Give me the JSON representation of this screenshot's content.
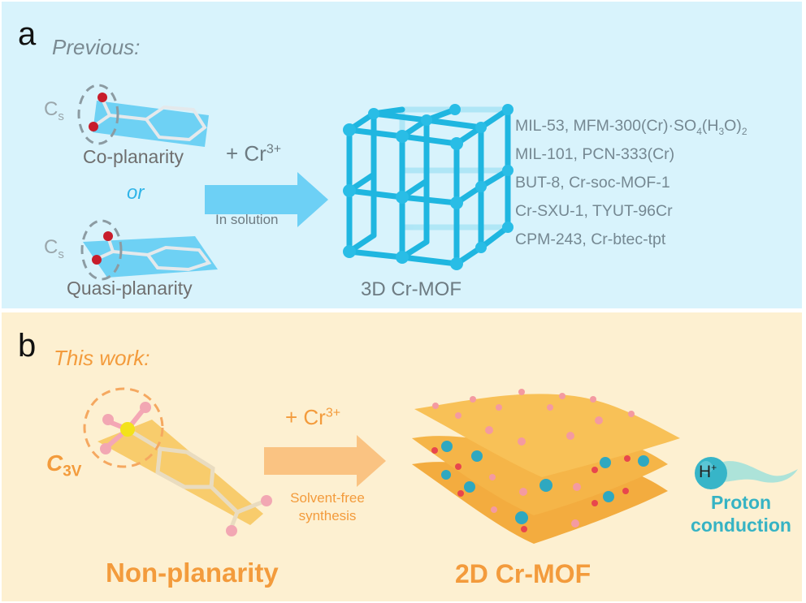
{
  "panel_a": {
    "letter": "a",
    "heading": "Previous:",
    "ligand_top": {
      "symmetry_main": "C",
      "symmetry_sub": "s",
      "label": "Co-planarity"
    },
    "connector": "or",
    "ligand_bottom": {
      "symmetry_main": "C",
      "symmetry_sub": "s",
      "label": "Quasi-planarity"
    },
    "reagent": {
      "main": "+ Cr",
      "sup": "3+"
    },
    "condition": "In solution",
    "product_label": "3D Cr-MOF",
    "examples": [
      {
        "parts": [
          {
            "t": "MIL-53, MFM-300(Cr)·SO"
          },
          {
            "t": "4",
            "sub": true
          },
          {
            "t": "(H"
          },
          {
            "t": "3",
            "sub": true
          },
          {
            "t": "O)"
          },
          {
            "t": "2",
            "sub": true
          }
        ]
      },
      {
        "parts": [
          {
            "t": "MIL-101, PCN-333(Cr)"
          }
        ]
      },
      {
        "parts": [
          {
            "t": "BUT-8, Cr-soc-MOF-1"
          }
        ]
      },
      {
        "parts": [
          {
            "t": "Cr-SXU-1, TYUT-96Cr"
          }
        ]
      },
      {
        "parts": [
          {
            "t": "CPM-243, Cr-btec-tpt"
          }
        ]
      }
    ],
    "colors": {
      "background": "#d8f3fc",
      "accent": "#5fcdf3",
      "framework": "#1fb6e0",
      "oxygen": "#d0202a"
    }
  },
  "panel_b": {
    "letter": "b",
    "heading": "This work:",
    "ligand": {
      "symmetry_main": "C",
      "symmetry_sub": "3V",
      "label": "Non-planarity"
    },
    "reagent": {
      "main": "+ Cr",
      "sup": "3+"
    },
    "condition_line1": "Solvent-free",
    "condition_line2": "synthesis",
    "product_label": "2D Cr-MOF",
    "proton": {
      "ion_main": "H",
      "ion_sup": "+",
      "label_line1": "Proton",
      "label_line2": "conduction"
    },
    "colors": {
      "background": "#fdf0d1",
      "accent": "#f39b3c",
      "sheet": "#f5b342",
      "proton": "#36b3c4",
      "sulfur": "#f3e21a",
      "oxygen": "#f2a7b3"
    }
  }
}
